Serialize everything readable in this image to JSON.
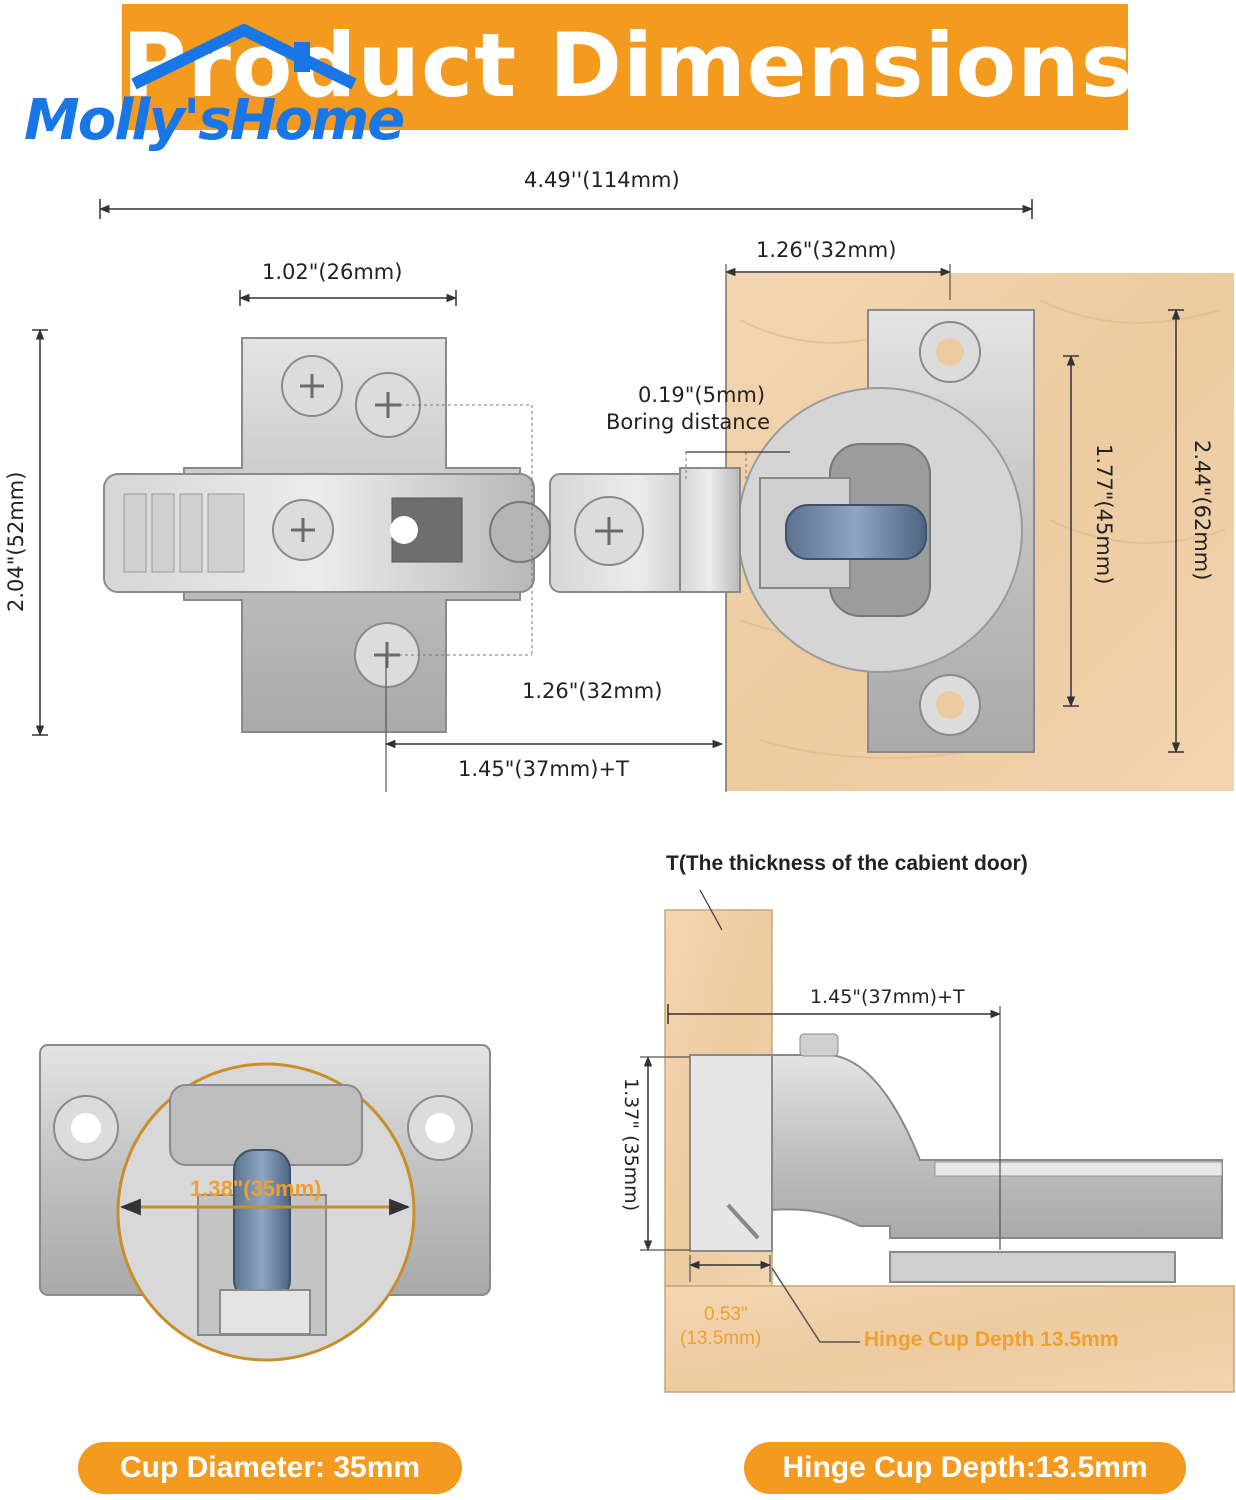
{
  "logo": {
    "text": "Molly'sHome",
    "color": "#1976e6"
  },
  "banner": {
    "title": "Product Dimensions",
    "color": "#f39a1f"
  },
  "top_diagram": {
    "overall_width": "4.49''(114mm)",
    "plate_width": "1.02\"(26mm)",
    "cup_hole_spacing": "1.26\"(32mm)",
    "boring_distance_value": "0.19\"(5mm)",
    "boring_distance_label": "Boring distance",
    "overall_height": "2.04\"(52mm)",
    "plate_hole_spacing": "1.26\"(32mm)",
    "offset": "1.45\"(37mm)+T",
    "cup_plate_hole_spacing": "1.77\"(45mm)",
    "cup_plate_height": "2.44\"(62mm)"
  },
  "cup_view": {
    "diameter_label": "1.38\"(35mm)"
  },
  "side_view": {
    "door_note": "T(The thickness of the cabient door)",
    "offset": "1.45\"(37mm)+T",
    "cup_height": "1.37\"  (35mm)",
    "cup_depth_value": "0.53\"",
    "cup_depth_mm": "(13.5mm)",
    "cup_depth_label": "Hinge Cup Depth 13.5mm"
  },
  "pills": {
    "cup_diameter": "Cup Diameter: 35mm",
    "cup_depth": "Hinge Cup Depth:13.5mm"
  },
  "colors": {
    "accent": "#f39a1f",
    "wood": "#efcfa7",
    "metal": "#c9c9c9"
  }
}
